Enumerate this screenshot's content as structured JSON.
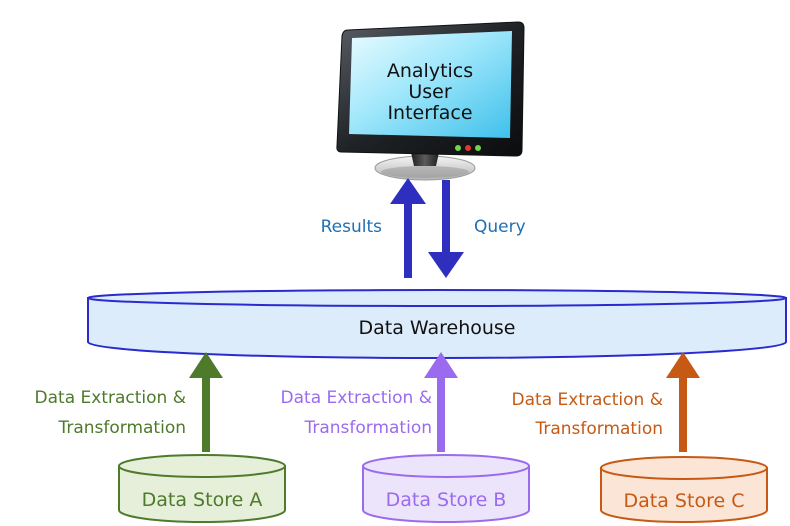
{
  "monitor": {
    "line1": "Analytics",
    "line2": "User",
    "line3": "Interface"
  },
  "arrows": {
    "results": "Results",
    "query": "Query"
  },
  "warehouse": {
    "label": "Data Warehouse"
  },
  "flows": [
    {
      "line1": "Data Extraction &",
      "line2": "Transformation",
      "color": "#4e7a2c"
    },
    {
      "line1": "Data Extraction &",
      "line2": "Transformation",
      "color": "#9b6bef"
    },
    {
      "line1": "Data Extraction &",
      "line2": "Transformation",
      "color": "#c65a14"
    }
  ],
  "stores": [
    {
      "label": "Data Store A",
      "color": "#4e7a2c",
      "fill": "#e6efd9"
    },
    {
      "label": "Data Store B",
      "color": "#9b6bef",
      "fill": "#ece4fb"
    },
    {
      "label": "Data Store C",
      "color": "#c65a14",
      "fill": "#fbe5d6"
    }
  ],
  "colors": {
    "arrow_blue": "#2f2fbf",
    "label_blue": "#1e6fb5",
    "warehouse_fill": "#dcecfb",
    "warehouse_stroke": "#2a2ad0"
  }
}
